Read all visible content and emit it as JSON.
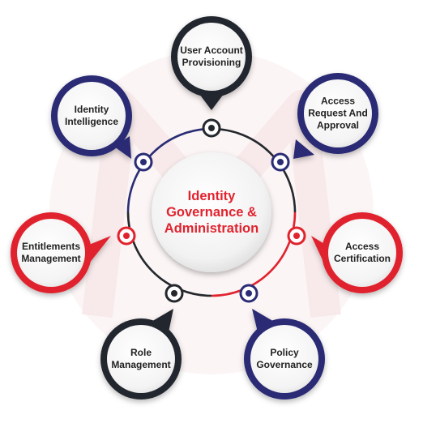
{
  "center": {
    "lines": [
      "Identity",
      "Governance &",
      "Administration"
    ],
    "color": "#e0232e"
  },
  "nodes": [
    {
      "id": "user-account-provisioning",
      "lines": [
        "User Account",
        "Provisioning"
      ],
      "color": "#24282d"
    },
    {
      "id": "access-request-and-approval",
      "lines": [
        "Access",
        "Request And",
        "Approval"
      ],
      "color": "#2a2c75"
    },
    {
      "id": "access-certification",
      "lines": [
        "Access",
        "Certification"
      ],
      "color": "#e0232e"
    },
    {
      "id": "policy-governance",
      "lines": [
        "Policy",
        "Governance"
      ],
      "color": "#2a2c75"
    },
    {
      "id": "role-management",
      "lines": [
        "Role",
        "Management"
      ],
      "color": "#24282d"
    },
    {
      "id": "entitlements-management",
      "lines": [
        "Entitlements",
        "Management"
      ],
      "color": "#e0232e"
    },
    {
      "id": "identity-intelligence",
      "lines": [
        "Identity",
        "Intelligence"
      ],
      "color": "#2a2c75"
    }
  ],
  "palette": {
    "dark": "#24282d",
    "navy": "#2a2c75",
    "red": "#e0232e",
    "watermark": "#f6dfe1"
  }
}
